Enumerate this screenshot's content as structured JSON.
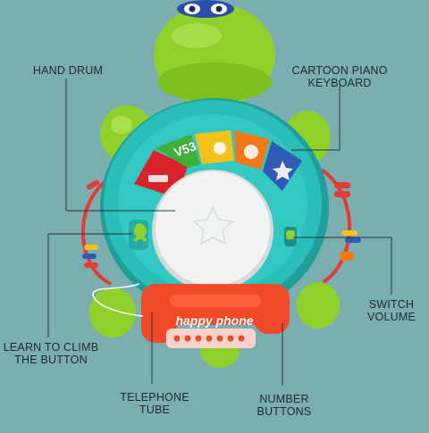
{
  "labels": {
    "hand_drum": [
      "HAND DRUM"
    ],
    "piano_keyboard": [
      "CARTOON PIANO",
      "KEYBOARD"
    ],
    "switch_volume": [
      "SWITCH",
      "VOLUME"
    ],
    "climb_button": [
      "LEARN TO CLIMB",
      "THE BUTTON"
    ],
    "telephone_tube": [
      "TELEPHONE",
      "TUBE"
    ],
    "number_buttons": [
      "NUMBER",
      "BUTTONS"
    ]
  },
  "toy": {
    "handset_text": "happy phone",
    "key_text": "V53"
  },
  "colors": {
    "background": "#7aaeb0",
    "body_teal": "#2bbdb8",
    "shell_green": "#8fd12a",
    "handset_red": "#f04a28",
    "drum_white": "#f2f4f4",
    "key_red": "#d8232a",
    "key_green": "#3fb13a",
    "key_yellow": "#f5c21b",
    "key_orange": "#f07a18",
    "key_blue": "#2f5bb7",
    "ring_red": "#e23c36"
  }
}
